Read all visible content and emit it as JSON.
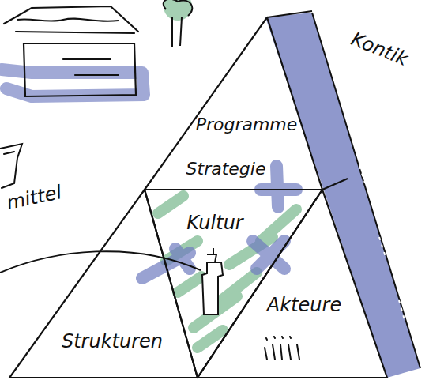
{
  "diagram": {
    "nodes": [
      {
        "text": [
          "Programme",
          "Strategie"
        ]
      },
      {
        "text": [
          "Kultur"
        ]
      },
      {
        "text": [
          "Strukturen"
        ]
      },
      {
        "text": [
          "Akteure"
        ]
      }
    ],
    "labels": [
      "mittel",
      "Kontik"
    ]
  }
}
